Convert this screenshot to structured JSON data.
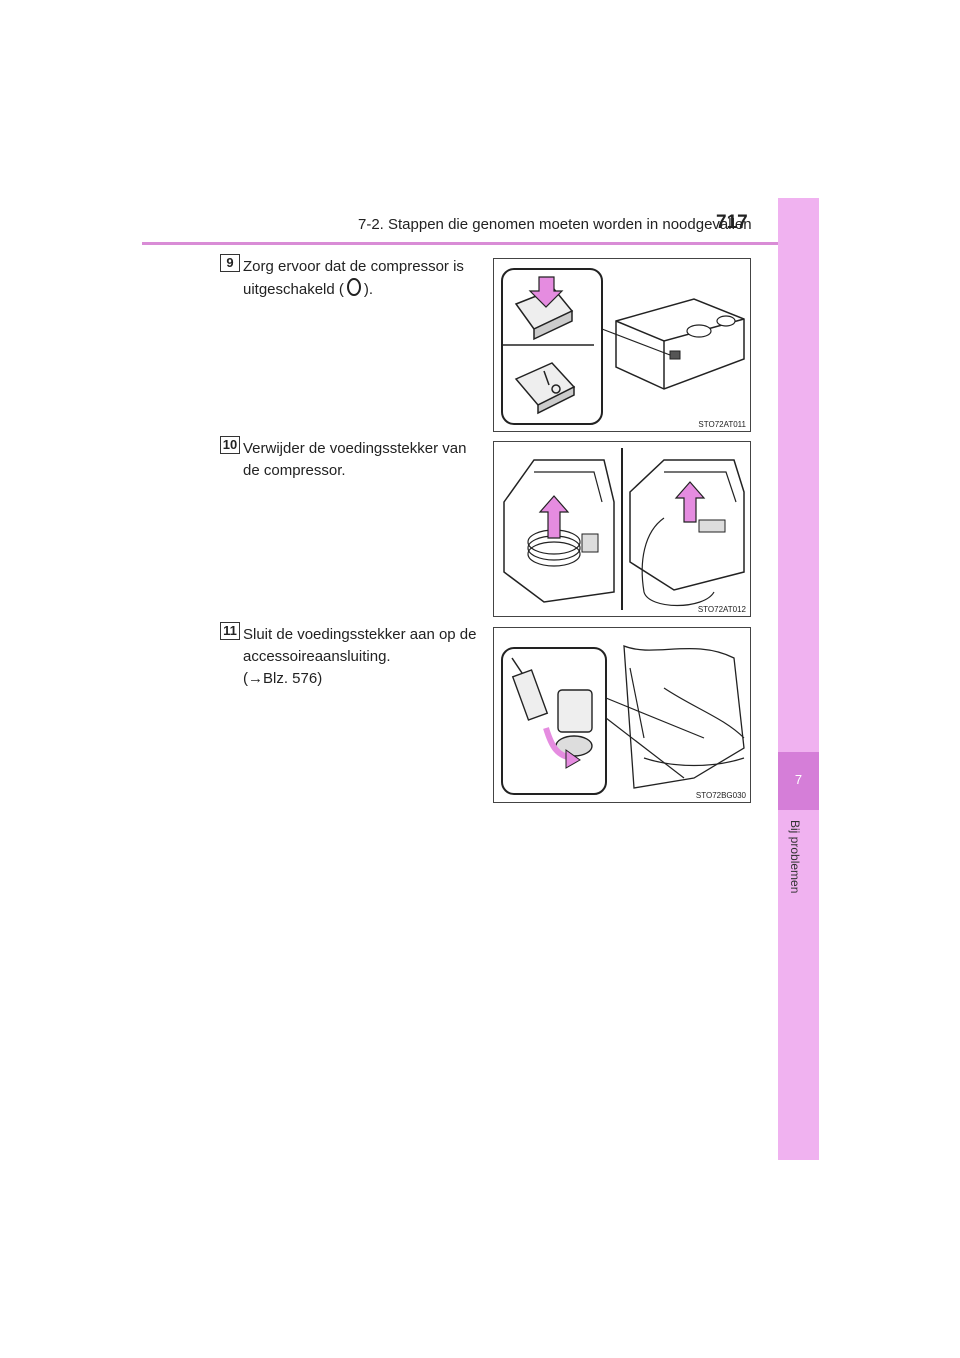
{
  "header": {
    "section_title": "7-2. Stappen die genomen moeten worden in noodgevallen",
    "page_number": "717"
  },
  "sidebar": {
    "chapter_number": "7",
    "chapter_title": "Bij problemen"
  },
  "steps": [
    {
      "badge": "9",
      "text_part1": "Zorg ervoor dat de compressor is uitgeschakeld (",
      "icon": "off-symbol-icon",
      "text_part2": ").",
      "illustration_code": "STO72AT011"
    },
    {
      "badge": "10",
      "text": "Verwijder de voedingsstekker van de compressor.",
      "illustration_code": "STO72AT012"
    },
    {
      "badge": "11",
      "text_line1": "Sluit de voedingsstekker aan op de accessoireaansluiting.",
      "text_line2": "(→Blz.   576)",
      "illustration_code": "STO72BG030"
    }
  ],
  "colors": {
    "accent": "#d98cd6",
    "sidebar": "#f0b2f0",
    "chapter_marker": "#d57ed8",
    "arrow": "#e58ce0"
  }
}
